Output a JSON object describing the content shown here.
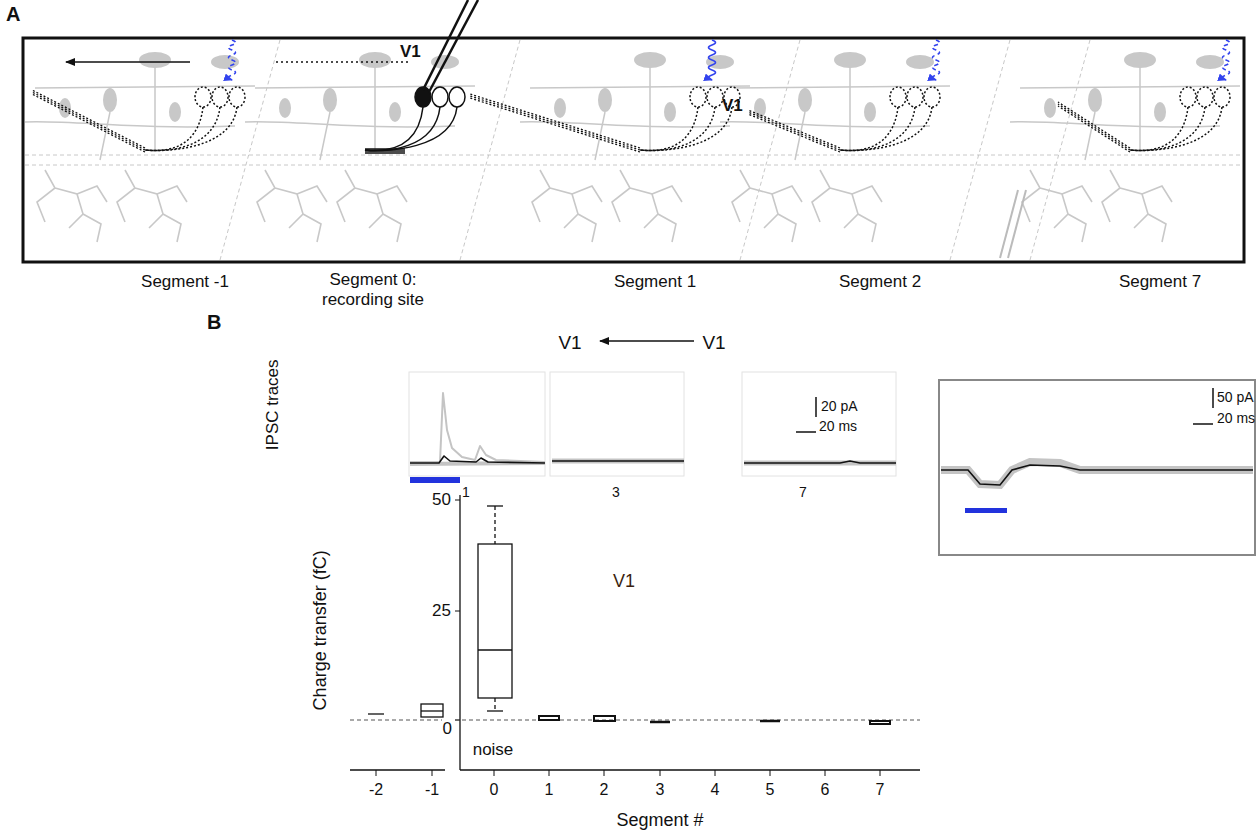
{
  "diagram": {
    "labels": [
      "A",
      "V1",
      "V1",
      "Segment -1",
      "Segment 0: recording site",
      "Segment 1",
      "Segment 2",
      "Segment 7",
      "B",
      "V1",
      "V1",
      "IPSC traces",
      "20 pA",
      "20 ms",
      "1",
      "3",
      "7",
      "50 pA",
      "20 ms",
      "50",
      "25",
      "0",
      "Charge transfer (fC)",
      "V1",
      "noise",
      "-2",
      "-1",
      "0",
      "1",
      "2",
      "3",
      "4",
      "5",
      "6",
      "7",
      "Segment #"
    ]
  }
}
